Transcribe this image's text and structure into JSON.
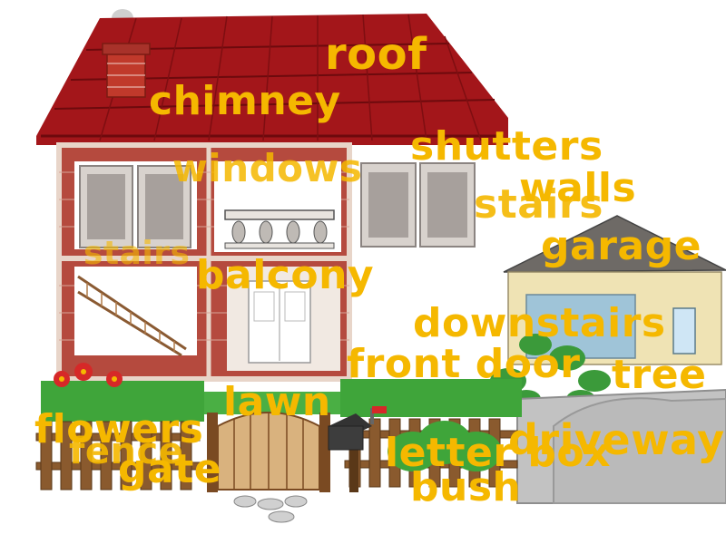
{
  "labels": {
    "roof": "roof",
    "chimney": "chimney",
    "windows": "windows",
    "shutters": "shutters",
    "walls": "walls",
    "stairs_upper": "stairs",
    "stairs_left": "stairs",
    "garage": "garage",
    "balcony": "balcony",
    "downstairs": "downstairs",
    "front_door": "front door",
    "tree": "tree",
    "lawn": "lawn",
    "flowers": "flowers",
    "fence": "fence",
    "gate": "gate",
    "letter_box": "letter box",
    "driveway": "driveway",
    "bush": "bush"
  },
  "colors": {
    "label": "#f5b800",
    "roof": "#a3161a",
    "brick": "#b54a3e",
    "grass": "#3fa53a",
    "fence": "#7a4a22",
    "driveway": "#c2c2c2"
  }
}
